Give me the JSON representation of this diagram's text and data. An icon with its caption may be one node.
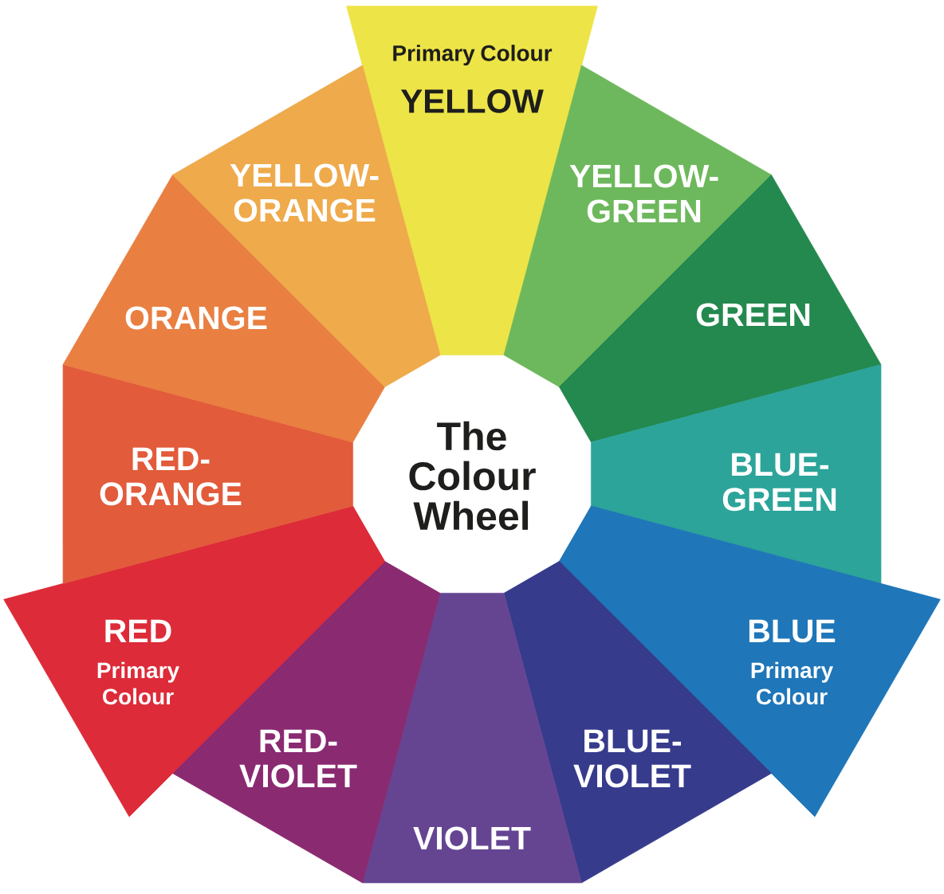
{
  "diagram": {
    "nodes": [
      {
        "text": [
          "Primary Colour",
          "YELLOW"
        ]
      },
      {
        "text": [
          "YELLOW- GREEN"
        ]
      },
      {
        "text": [
          "GREEN"
        ]
      },
      {
        "text": [
          "BLUE- GREEN"
        ]
      },
      {
        "text": [
          "BLUE",
          "Primary Colour"
        ]
      },
      {
        "text": [
          "BLUE- VIOLET"
        ]
      },
      {
        "text": [
          "VIOLET"
        ]
      },
      {
        "text": [
          "RED- VIOLET"
        ]
      },
      {
        "text": [
          "RED",
          "Primary Colour"
        ]
      },
      {
        "text": [
          "RED- ORANGE"
        ]
      },
      {
        "text": [
          "ORANGE"
        ]
      },
      {
        "text": [
          "YELLOW- ORANGE"
        ]
      },
      {
        "text": [
          "The Colour Wheel"
        ]
      }
    ]
  }
}
